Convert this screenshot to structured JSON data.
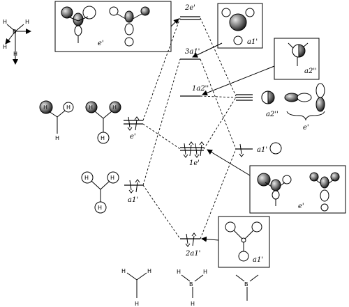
{
  "levels": {
    "mo_2e": "2e'",
    "mo_3a1": "3a1'",
    "mo_1a2": "1a2''",
    "mo_1e": "1e'",
    "mo_2a1": "2a1'",
    "h3_e": "e'",
    "h3_a1": "a1'",
    "b_a1": "a1'",
    "b_a2": "a2''",
    "b_e": "e'"
  },
  "boxes": {
    "top_left_label": "e'",
    "top_right_label": "a1'",
    "a2_box_label": "a2''",
    "mid_right_label": "e'",
    "bottom_right_label": "a1'"
  },
  "atoms": {
    "H": "H",
    "B": "B"
  }
}
